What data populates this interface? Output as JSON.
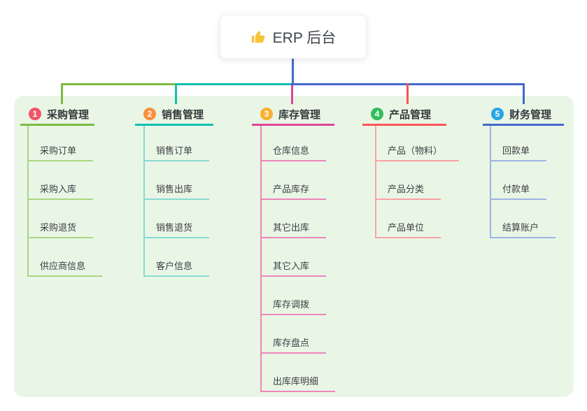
{
  "root": {
    "icon": "thumbs-up-icon",
    "label": "ERP 后台"
  },
  "colors": {
    "canvas_bg": "#ffffff",
    "panel_bg": "#e9f6e6",
    "root_connector": "#4468cb"
  },
  "branches": [
    {
      "number": "1",
      "label": "采购管理",
      "badge_color": "#f0566b",
      "line_color": "#7cbb3f",
      "child_line_color": "#abd682",
      "children": [
        "采购订单",
        "采购入库",
        "采购退货",
        "供应商信息"
      ]
    },
    {
      "number": "2",
      "label": "销售管理",
      "badge_color": "#fb8f3d",
      "line_color": "#13bfae",
      "child_line_color": "#87dbd1",
      "children": [
        "销售订单",
        "销售出库",
        "销售退货",
        "客户信息"
      ]
    },
    {
      "number": "3",
      "label": "库存管理",
      "badge_color": "#f9b02e",
      "line_color": "#e0459a",
      "child_line_color": "#ee85bc",
      "children": [
        "仓库信息",
        "产品库存",
        "其它出库",
        "其它入库",
        "库存调拨",
        "库存盘点",
        "出库库明细"
      ]
    },
    {
      "number": "4",
      "label": "产品管理",
      "badge_color": "#34bd5c",
      "line_color": "#fb5557",
      "child_line_color": "#f9a3a2",
      "children": [
        "产品（物料）",
        "产品分类",
        "产品单位"
      ]
    },
    {
      "number": "5",
      "label": "财务管理",
      "badge_color": "#27a5e5",
      "line_color": "#4468cb",
      "child_line_color": "#9fb3e4",
      "children": [
        "回款单",
        "付款单",
        "结算账户"
      ]
    }
  ]
}
